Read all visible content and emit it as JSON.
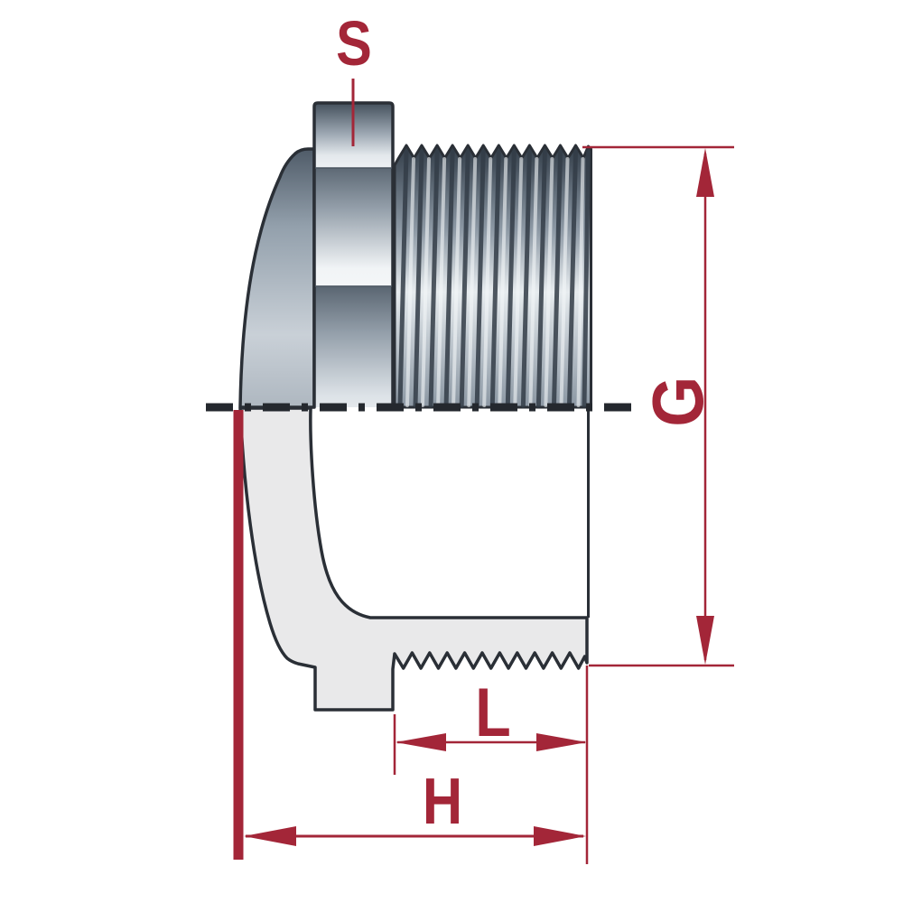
{
  "drawing": {
    "dimension_labels": {
      "s": "S",
      "g": "G",
      "l": "L",
      "h": "H"
    },
    "colors": {
      "dimension": "#a32638",
      "outline": "#2a2f36",
      "section_fill": "#e9e9ea",
      "centerline": "#24282e",
      "background": "#ffffff"
    }
  }
}
